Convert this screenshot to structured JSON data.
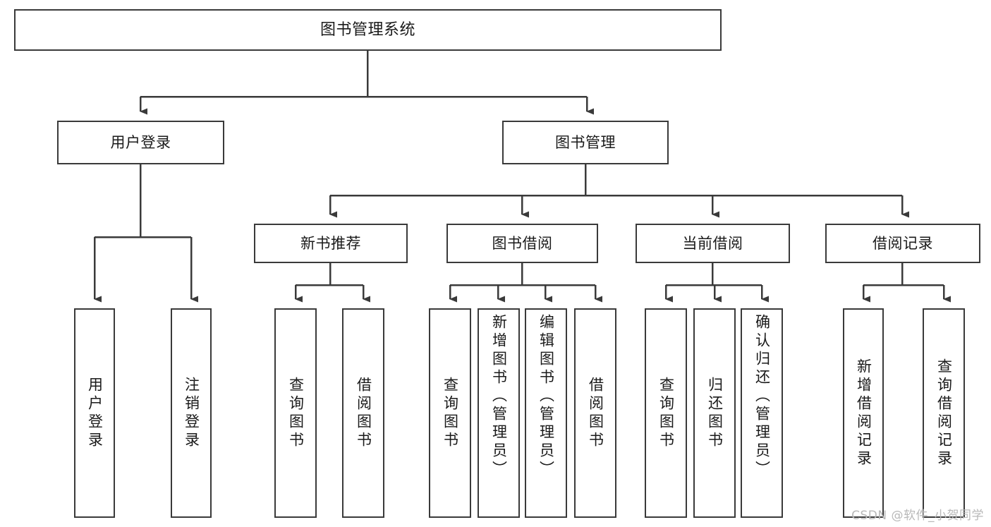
{
  "diagram": {
    "title": "图书管理系统",
    "type": "functional-structure-tree",
    "watermark": "CSDN @软件_小贺同学",
    "colors": {
      "stroke": "#3a3a3a",
      "box_fill": "#ffffff",
      "text": "#1a1a1a",
      "background": "#ffffff",
      "watermark": "#b8b8b8"
    },
    "levels": {
      "root": {
        "label": "图书管理系统"
      },
      "modules": [
        {
          "label": "用户登录"
        },
        {
          "label": "图书管理"
        }
      ],
      "submodules": [
        {
          "label": "新书推荐"
        },
        {
          "label": "图书借阅"
        },
        {
          "label": "当前借阅"
        },
        {
          "label": "借阅记录"
        }
      ],
      "leaves": [
        {
          "label": "用户登录"
        },
        {
          "label": "注销登录"
        },
        {
          "label": "查询图书"
        },
        {
          "label": "借阅图书"
        },
        {
          "label": "查询图书"
        },
        {
          "label": "新增图书（管理员）"
        },
        {
          "label": "编辑图书（管理员）"
        },
        {
          "label": "借阅图书"
        },
        {
          "label": "查询图书"
        },
        {
          "label": "归还图书"
        },
        {
          "label": "确认归还（管理员）"
        },
        {
          "label": "新增借阅记录"
        },
        {
          "label": "查询借阅记录"
        }
      ]
    }
  }
}
